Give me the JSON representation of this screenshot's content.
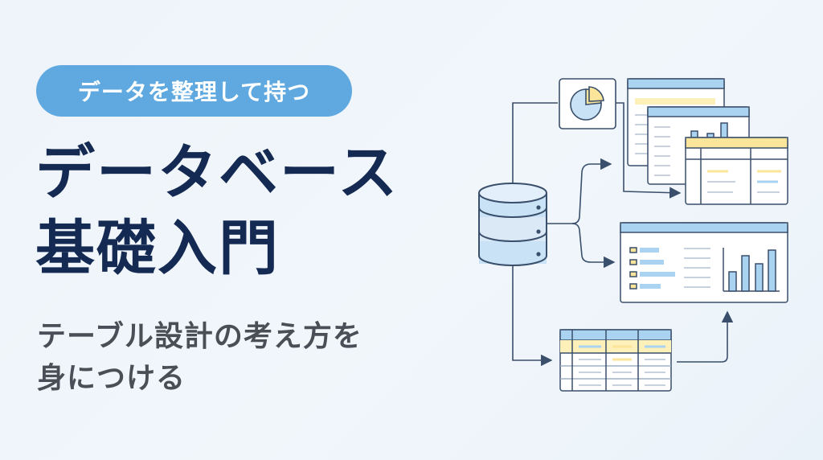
{
  "badge": {
    "label": "データを整理して持つ"
  },
  "title": {
    "line1": "データベース",
    "line2": "基礎入門"
  },
  "subtitle": {
    "line1": "テーブル設計の考え方を",
    "line2": "身につける"
  },
  "colors": {
    "accent": "#5fa9e0",
    "title": "#142a52",
    "subtitle": "#4a4e56",
    "line": "#3a4f6b",
    "header_blue": "#a9d3f1",
    "header_yellow": "#fbe59a",
    "highlight_yellow": "#fdf0b8"
  },
  "icons": [
    "database-icon",
    "pie-chart-icon",
    "bar-chart-icon",
    "table-icon",
    "document-icon"
  ]
}
